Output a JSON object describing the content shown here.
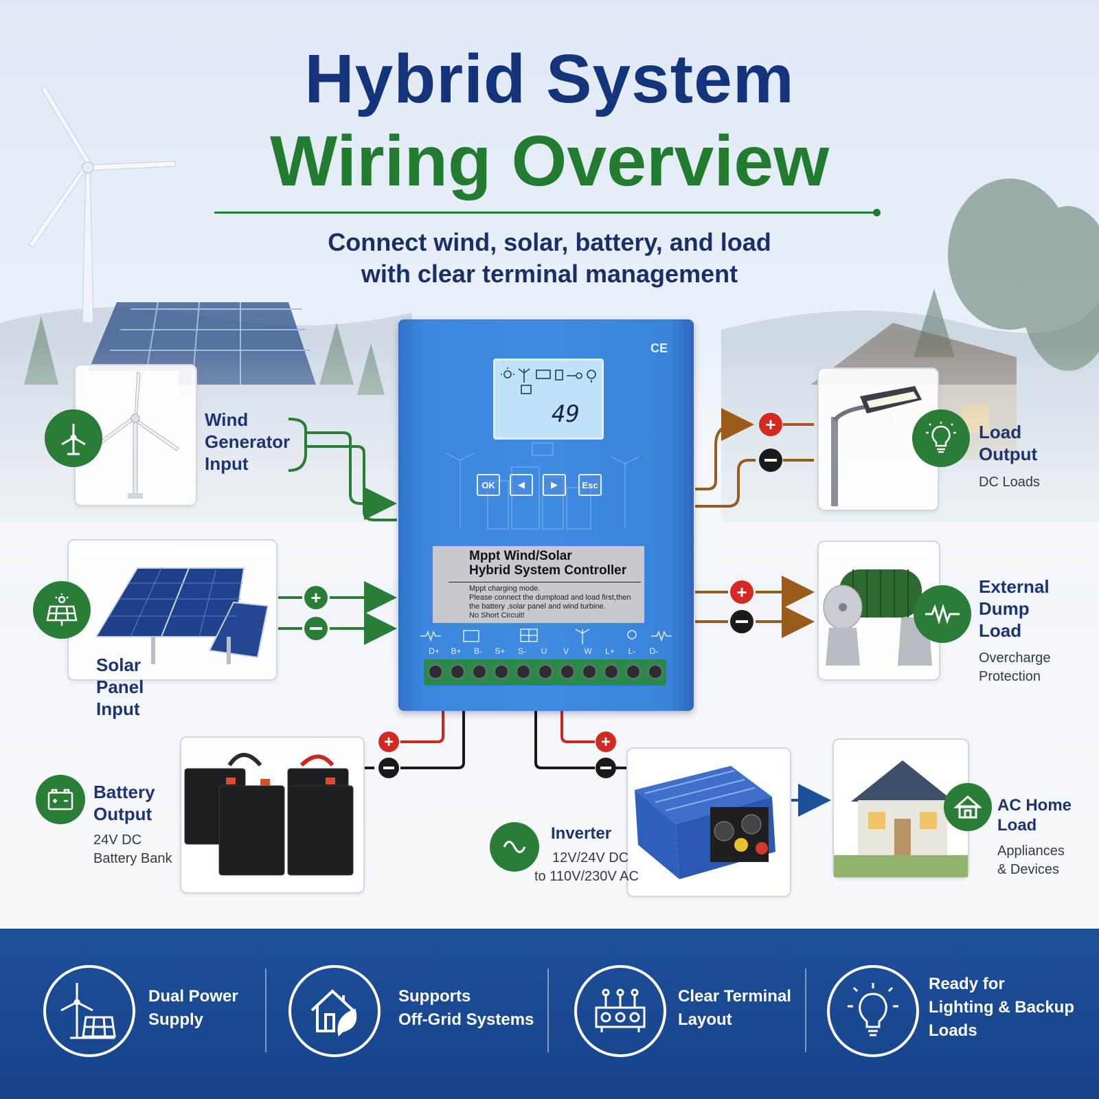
{
  "header": {
    "title_line1": "Hybrid System",
    "title_line2": "Wiring Overview",
    "subtitle_line1": "Connect wind, solar, battery, and load",
    "subtitle_line2": "with clear terminal management"
  },
  "controller": {
    "ce_mark": "CE",
    "lcd_value": "49",
    "buttons": [
      "OK",
      "◀",
      "▶",
      "Esc"
    ],
    "panel_title_line1": "Mppt Wind/Solar",
    "panel_title_line2": "Hybrid System Controller",
    "panel_note_1": "Mppt charging mode.",
    "panel_note_2": "Please connect the dumpload and load first,then",
    "panel_note_3": "the battery ,solar panel and wind turbine.",
    "panel_note_4": "No Short Circuit!",
    "terminals": [
      "D+",
      "B+",
      "B-",
      "S+",
      "S-",
      "U",
      "V",
      "W",
      "L+",
      "L-",
      "D-"
    ]
  },
  "inputs": {
    "wind": {
      "line1": "Wind",
      "line2": "Generator",
      "line3": "Input"
    },
    "solar": {
      "line1": "Solar",
      "line2": "Panel",
      "line3": "Input"
    },
    "battery": {
      "line1": "Battery",
      "line2": "Output",
      "sub1": "24V DC",
      "sub2": "Battery Bank"
    }
  },
  "outputs": {
    "load": {
      "line1": "Load",
      "line2": "Output",
      "sub": "DC Loads"
    },
    "dump": {
      "line1": "External",
      "line2": "Dump",
      "line3": "Load",
      "sub1": "Overcharge",
      "sub2": "Protection"
    },
    "inverter": {
      "title": "Inverter",
      "sub1": "12V/24V DC",
      "sub2": "to 110V/230V AC"
    },
    "ac_home": {
      "line1": "AC Home",
      "line2": "Load",
      "sub1": "Appliances",
      "sub2": "& Devices"
    }
  },
  "features": [
    {
      "line1": "Dual Power",
      "line2": "Supply",
      "icon": "wind-solar-icon"
    },
    {
      "line1": "Supports",
      "line2": "Off-Grid Systems",
      "icon": "eco-house-icon"
    },
    {
      "line1": "Clear Terminal",
      "line2": "Layout",
      "icon": "terminal-block-icon"
    },
    {
      "line1": "Ready for",
      "line2": "Lighting & Backup",
      "line3": "Loads",
      "icon": "lightbulb-icon"
    }
  ],
  "colors": {
    "title_blue": "#13337a",
    "title_green": "#227c30",
    "icon_green": "#2a7d37",
    "controller_blue": "#3f8ae3",
    "wire_green": "#2a7d37",
    "wire_brown": "#9a5a1a",
    "wire_red": "#c8281f",
    "band_blue": "#1d4f9b"
  }
}
